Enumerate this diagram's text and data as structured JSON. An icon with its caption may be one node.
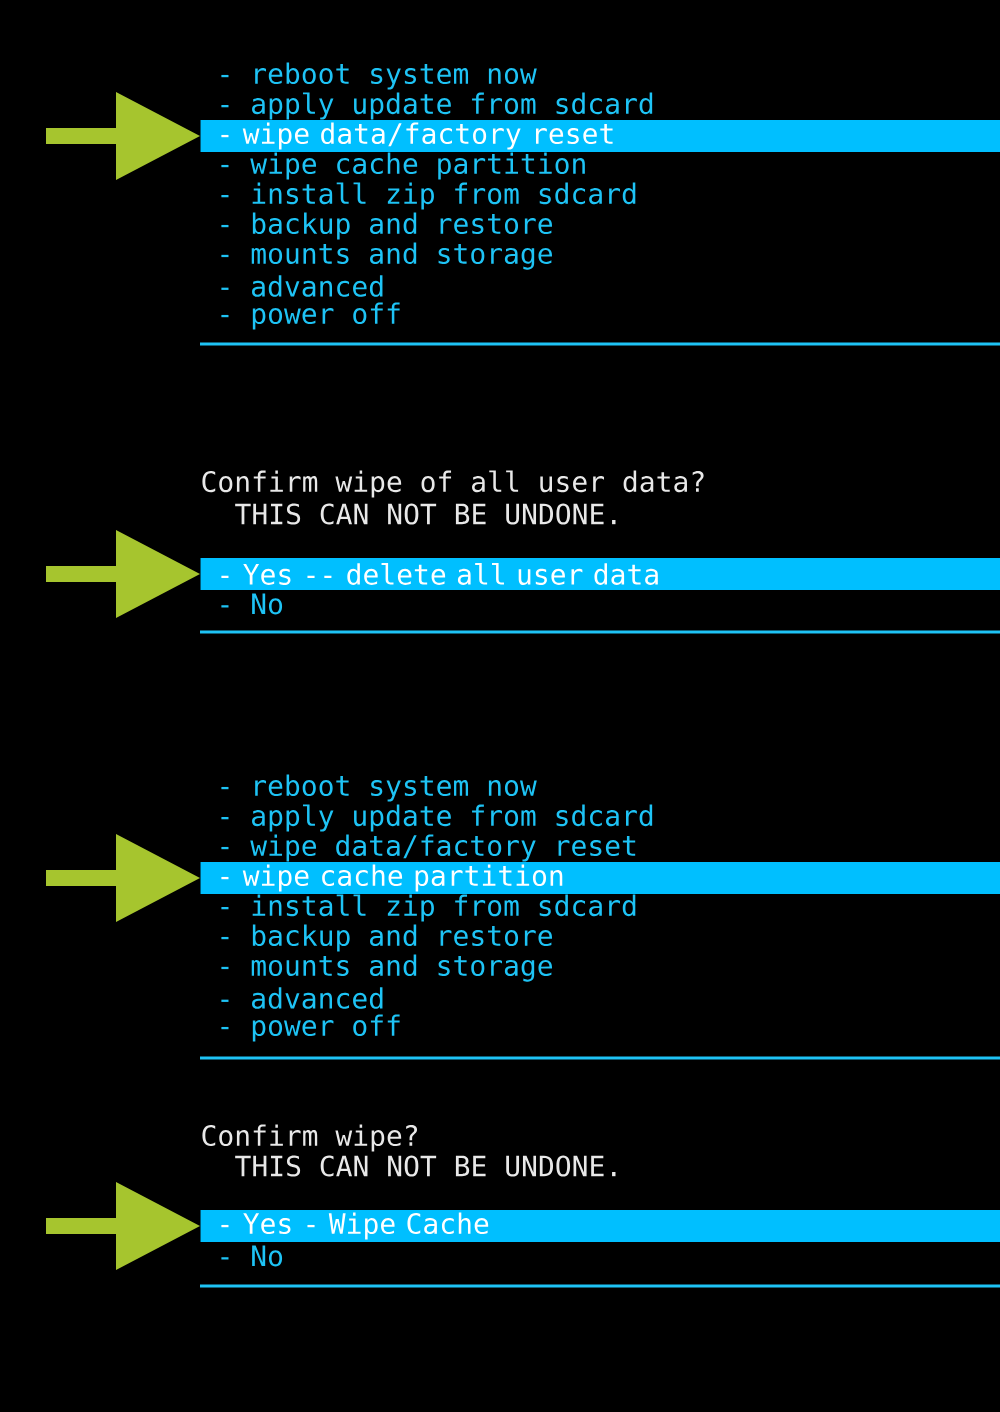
{
  "diagram": {
    "nodes": [
      {
        "text": [
          "- wipe data/factory reset"
        ]
      },
      {
        "text": [
          "- Yes -- delete all user data"
        ]
      },
      {
        "text": [
          "- wipe cache partition"
        ]
      },
      {
        "text": [
          "- Yes - Wipe Cache"
        ]
      }
    ],
    "edges": [
      {
        "from": null,
        "to": 0,
        "arrow": "to"
      },
      {
        "from": null,
        "to": 1,
        "arrow": "to"
      },
      {
        "from": null,
        "to": 2,
        "arrow": "to"
      },
      {
        "from": null,
        "to": 3,
        "arrow": "to"
      }
    ],
    "labels": [
      "- reboot system now",
      "- apply update from sdcard",
      "- wipe cache partition",
      "- install zip from sdcard",
      "- backup and restore",
      "- mounts and storage",
      "- advanced",
      "- power off",
      "Confirm wipe of all user data?",
      "THIS CAN NOT BE UNDONE.",
      "- No",
      "- reboot system now",
      "- apply update from sdcard",
      "- wipe data/factory reset",
      "- install zip from sdcard",
      "- backup and restore",
      "- mounts and storage",
      "- advanced",
      "- power off",
      "Confirm wipe?",
      "THIS CAN NOT BE UNDONE.",
      "- No"
    ]
  }
}
